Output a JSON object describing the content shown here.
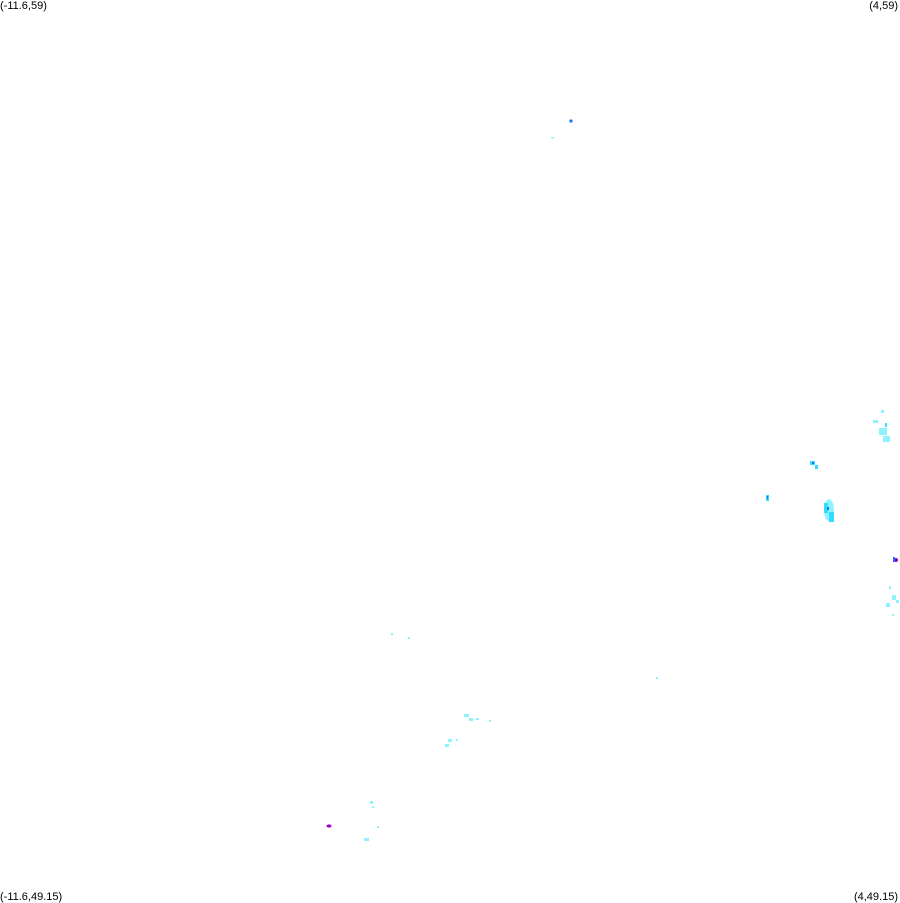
{
  "corners": {
    "top_left": "(-11.6,59)",
    "top_right": "(4,59)",
    "bottom_left": "(-11.6,49.15)",
    "bottom_right": "(4,49.15)"
  },
  "palette": {
    "light": "#8ff3ff",
    "medium": "#33ddff",
    "strong": "#1a6fff",
    "heavy": "#a000c8"
  }
}
